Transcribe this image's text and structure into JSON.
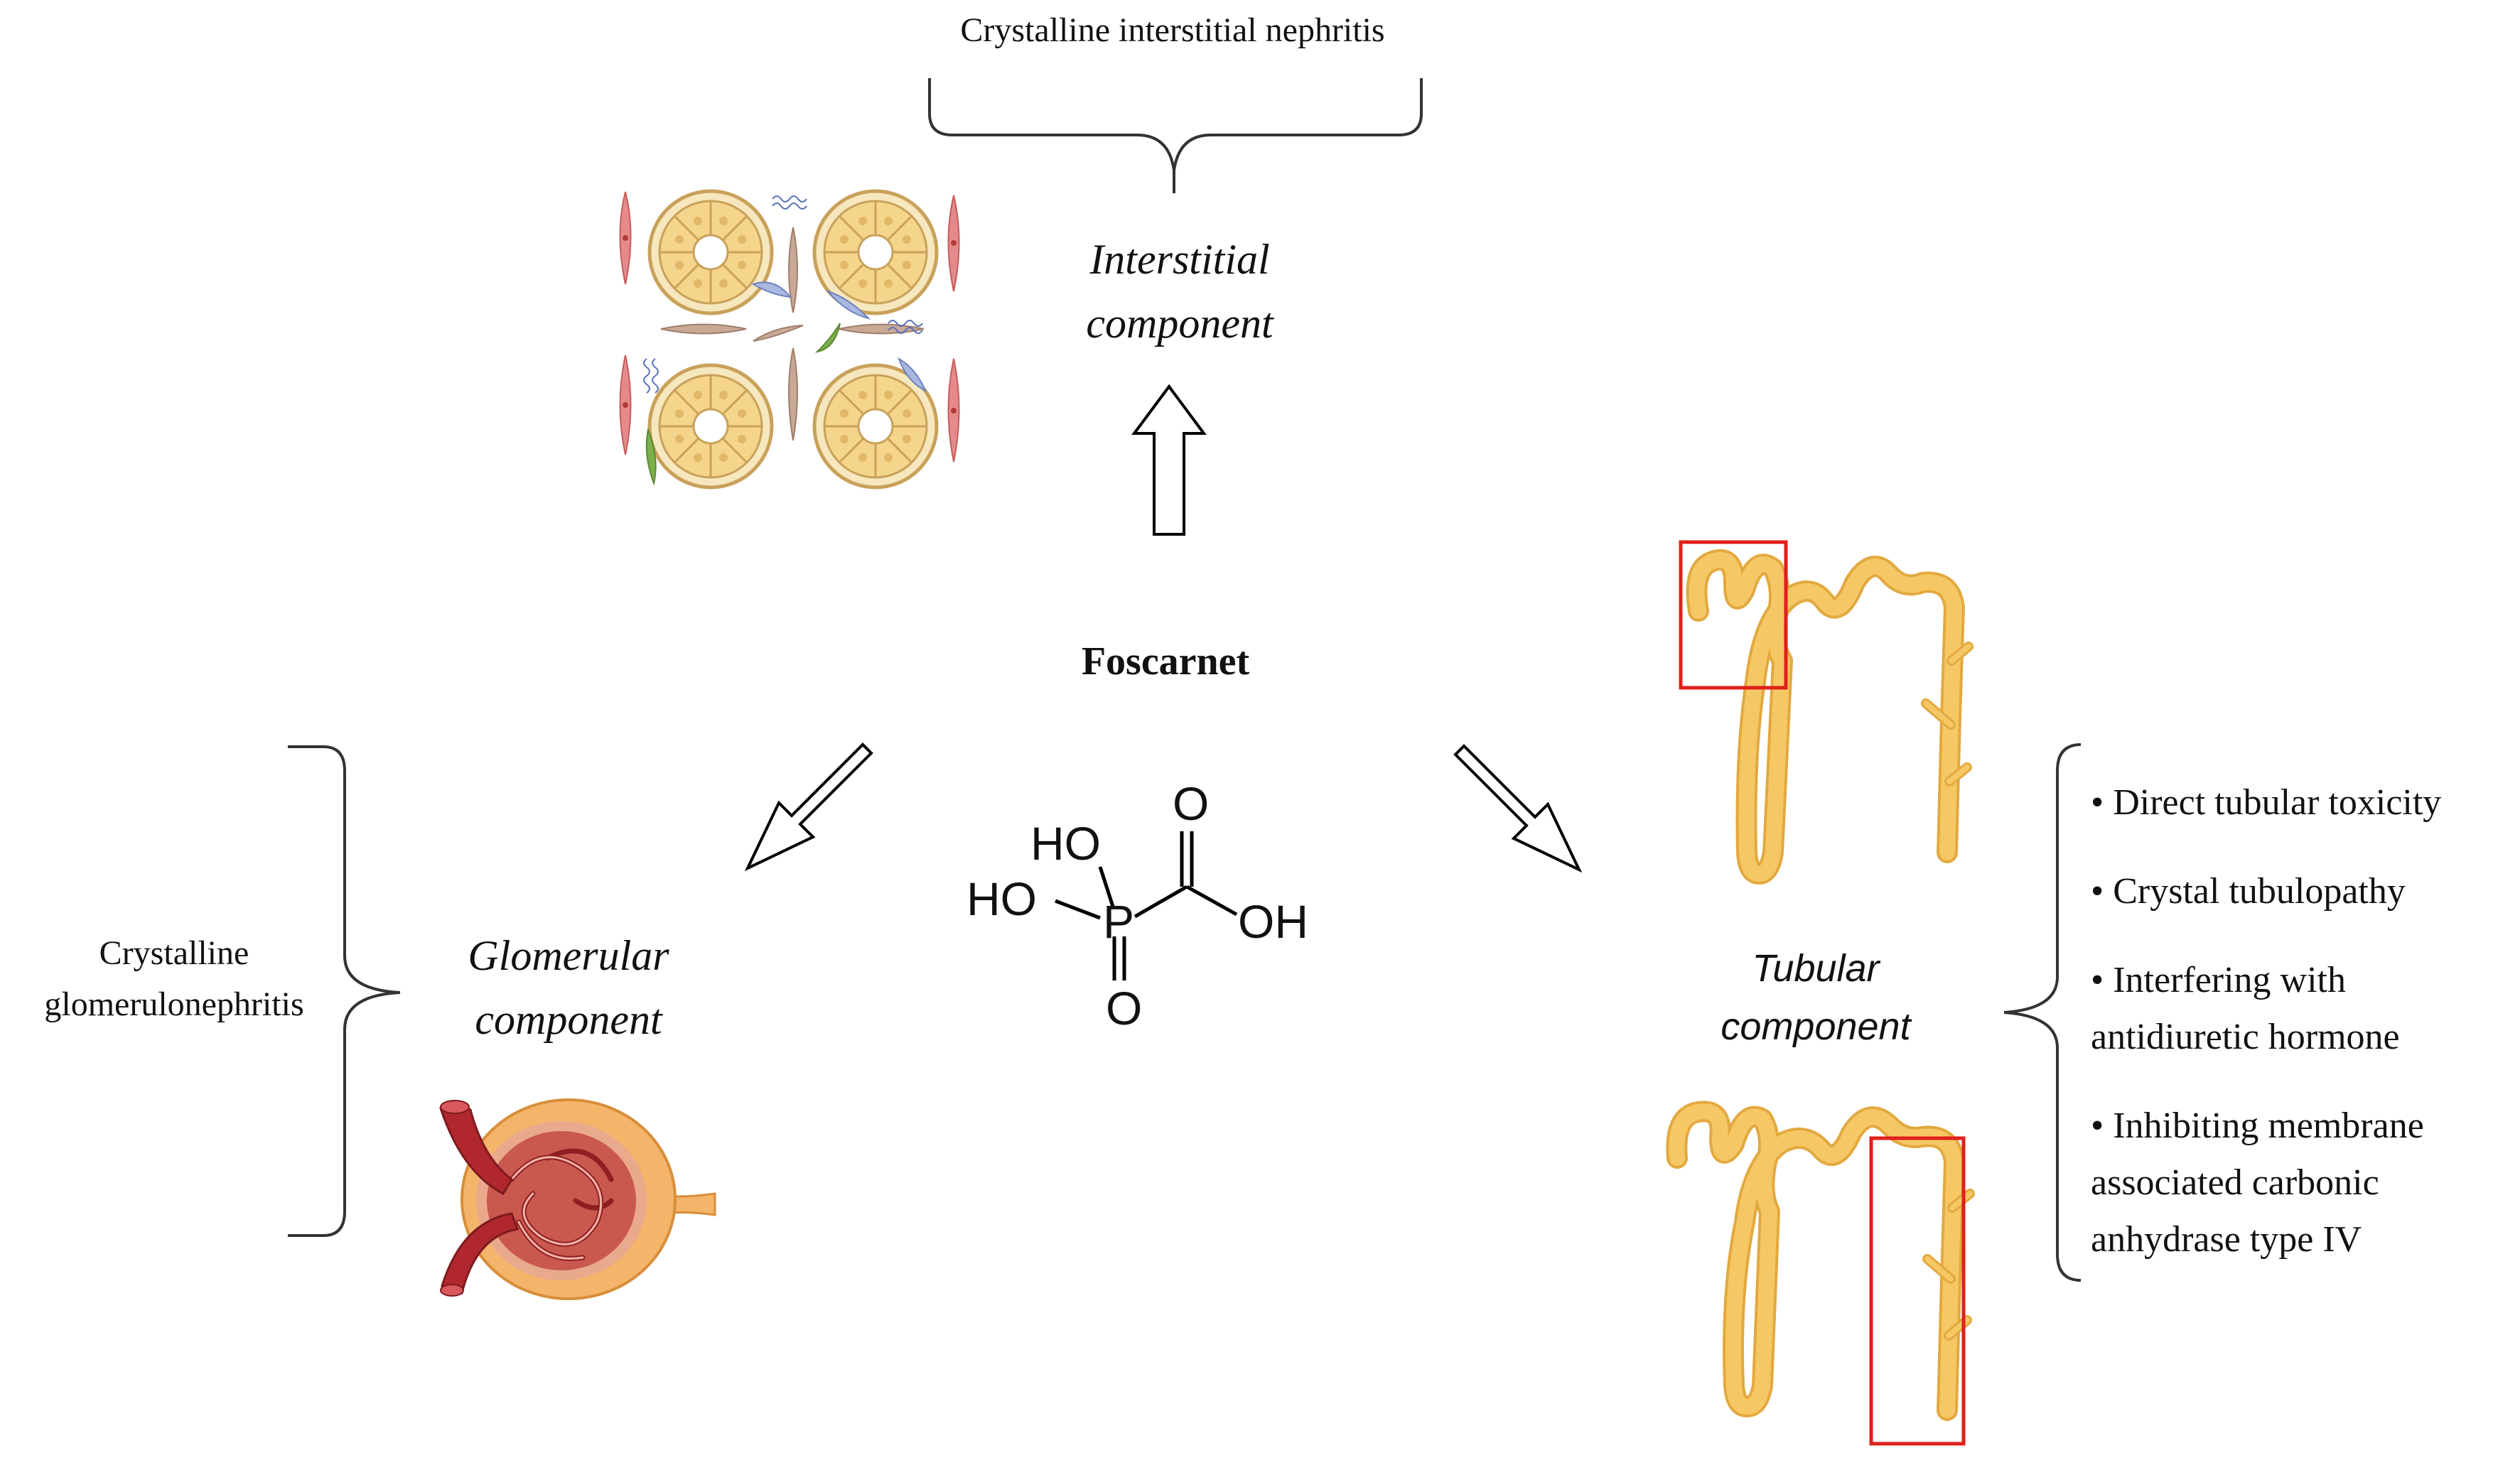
{
  "drug": "Foscarnet",
  "interstitial": {
    "title": "Crystalline interstitial nephritis",
    "component_line1": "Interstitial",
    "component_line2": "component"
  },
  "glomerular": {
    "title_line1": "Crystalline",
    "title_line2": "glomerulonephritis",
    "component_line1": "Glomerular",
    "component_line2": "component"
  },
  "tubular": {
    "component_line1": "Tubular",
    "component_line2": "component",
    "bullets": [
      {
        "line1": "Direct tubular toxicity"
      },
      {
        "line1": "Crystal tubulopathy"
      },
      {
        "line1": "Interfering with",
        "line2": "antidiuretic hormone"
      },
      {
        "line1": "Inhibiting membrane",
        "line2": "associated carbonic",
        "line3": "anhydrase type IV"
      }
    ]
  },
  "molecule": {
    "atoms": {
      "ho_top": "HO",
      "ho_left": "HO",
      "p": "P",
      "o_top": "O",
      "o_bottom": "O",
      "oh_right": "OH"
    }
  },
  "colors": {
    "tubule_fill": "#F5C865",
    "tubule_stroke": "#E3A93F",
    "highlight_box": "#E0201B",
    "cell_red": "#E58A8A",
    "cell_blue": "#A9B8E0",
    "cell_green": "#7BAF4A",
    "cell_brown": "#C9A996",
    "vessel_red": "#B0282E",
    "capsule_orange": "#F4B56A"
  }
}
